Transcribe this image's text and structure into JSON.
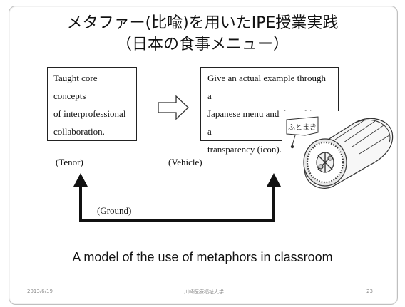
{
  "title": {
    "line1": "メタファー(比喩)を用いたIPE授業実践",
    "line2": "（日本の食事メニュー）"
  },
  "tenor_box": {
    "lines": [
      "Taught core concepts",
      "of interprofessional",
      "collaboration."
    ]
  },
  "vehicle_box": {
    "lines": [
      "Give an actual example through a",
      "Japanese menu and draw this on a",
      "transparency (icon)."
    ]
  },
  "labels": {
    "tenor": "(Tenor)",
    "vehicle": "(Vehicle)",
    "ground": "(Ground)"
  },
  "drawing": {
    "subject": "sushi-roll-sketch",
    "lettering": "ふとまき"
  },
  "caption": "A model of the use of metaphors in classroom",
  "footer": {
    "date": "2013/6/19",
    "institution": "川崎医療福祉大学",
    "page": "23"
  }
}
